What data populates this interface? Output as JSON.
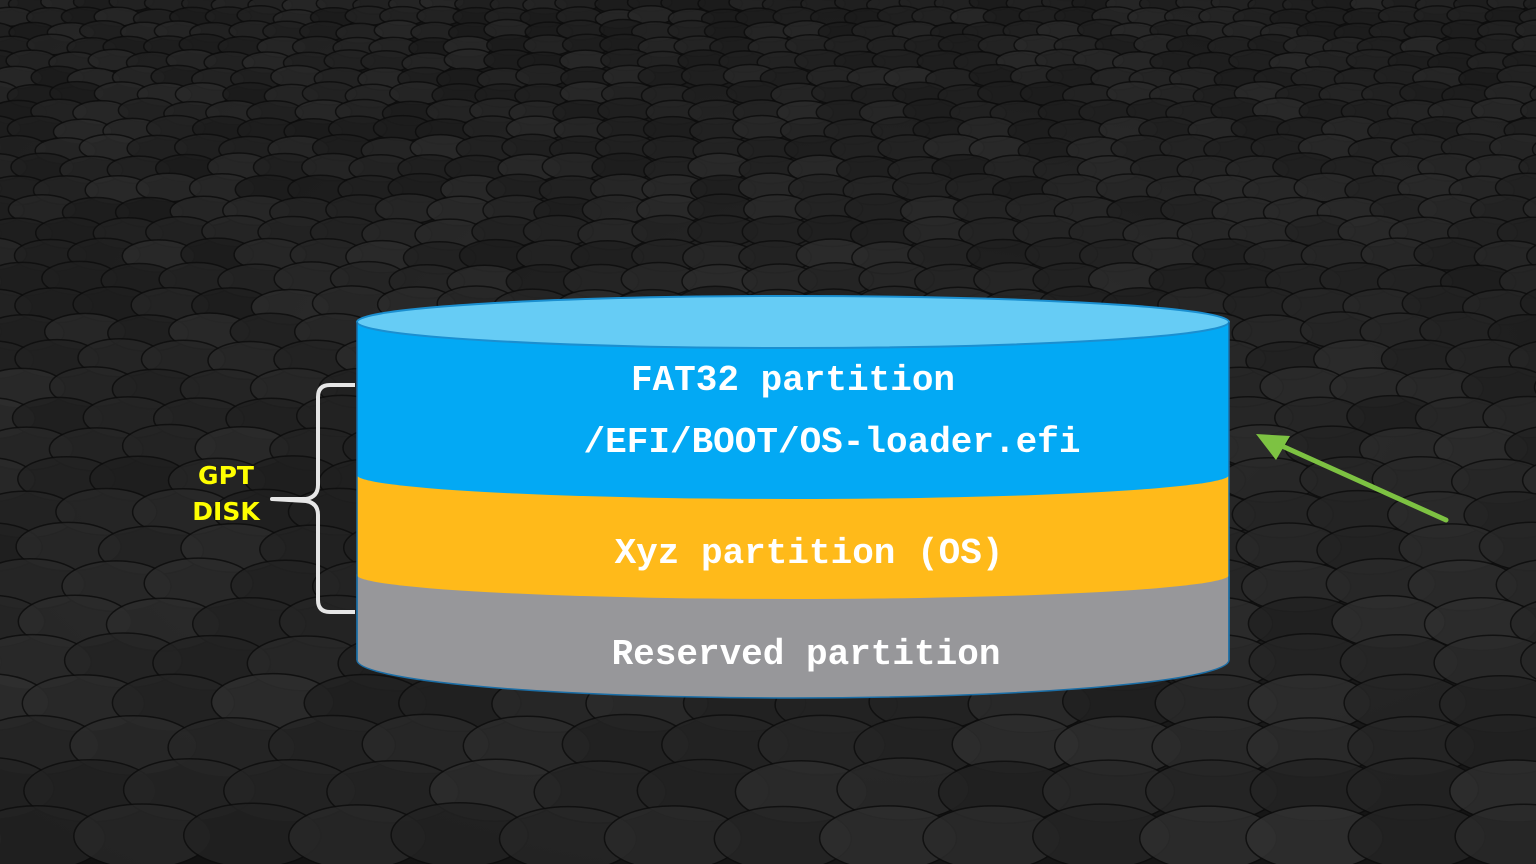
{
  "side_label": {
    "line1": "GPT",
    "line2": "DISK"
  },
  "partitions": [
    {
      "label": "FAT32 partition",
      "sublabel": "/EFI/BOOT/OS-loader.efi",
      "color": "#03a9f4"
    },
    {
      "label": "Xyz partition (OS)",
      "color": "#ffba1a"
    },
    {
      "label": "Reserved partition",
      "color": "#97979a"
    }
  ],
  "colors": {
    "top_face": "#66ccf5",
    "arrow": "#7dc242",
    "bracket": "#e6e6e6",
    "label_text": "#ffffff",
    "side_label_text": "#ffff00"
  }
}
